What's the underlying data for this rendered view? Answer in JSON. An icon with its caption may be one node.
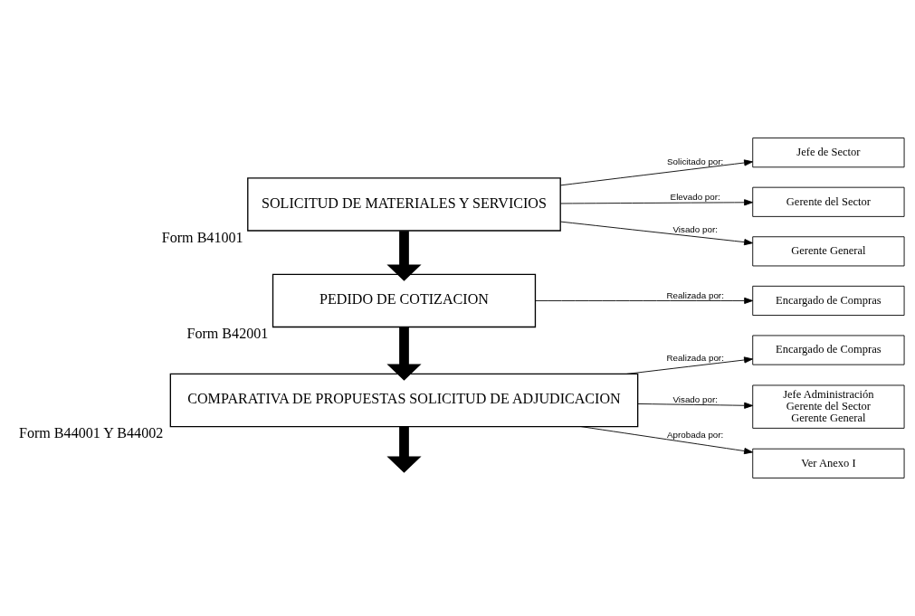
{
  "diagram": {
    "nodes": [
      {
        "text": [
          "SOLICITUD DE MATERIALES Y SERVICIOS"
        ],
        "beside": [
          "Form B41001"
        ]
      },
      {
        "text": [
          "Jefe de Sector"
        ]
      },
      {
        "text": [
          "Gerente del Sector"
        ]
      },
      {
        "text": [
          "Gerente General"
        ]
      },
      {
        "text": [
          "PEDIDO DE COTIZACION"
        ],
        "beside": [
          "Form B42001"
        ]
      },
      {
        "text": [
          "Encargado de Compras"
        ]
      },
      {
        "text": [
          "COMPARATIVA DE PROPUESTAS SOLICITUD DE ADJUDICACION"
        ],
        "beside": [
          "Form B44001 Y B44002"
        ]
      },
      {
        "text": [
          "Encargado de Compras"
        ]
      },
      {
        "text": [
          "Jefe Administración",
          "Gerente del Sector",
          "Gerente General"
        ]
      },
      {
        "text": [
          "Ver Anexo I"
        ]
      }
    ],
    "edges": [
      {
        "from": 0,
        "to": 1,
        "arrow": "to",
        "label": "Solicitado por:"
      },
      {
        "from": 0,
        "to": 2,
        "arrow": "to",
        "label": "Elevado por:"
      },
      {
        "from": 0,
        "to": 3,
        "arrow": "to",
        "label": "Visado por:"
      },
      {
        "from": 0,
        "to": 4,
        "arrow": "to",
        "style": "thick"
      },
      {
        "from": 4,
        "to": 5,
        "arrow": "to",
        "label": "Realizada por:"
      },
      {
        "from": 4,
        "to": 6,
        "arrow": "to",
        "style": "thick"
      },
      {
        "from": 6,
        "to": 7,
        "arrow": "to",
        "label": "Realizada por:"
      },
      {
        "from": 6,
        "to": 8,
        "arrow": "to",
        "label": "Visado por:"
      },
      {
        "from": 6,
        "to": 9,
        "arrow": "to",
        "label": "Aprobada por:"
      },
      {
        "from": 6,
        "to": null,
        "arrow": "to",
        "style": "thick"
      }
    ]
  }
}
